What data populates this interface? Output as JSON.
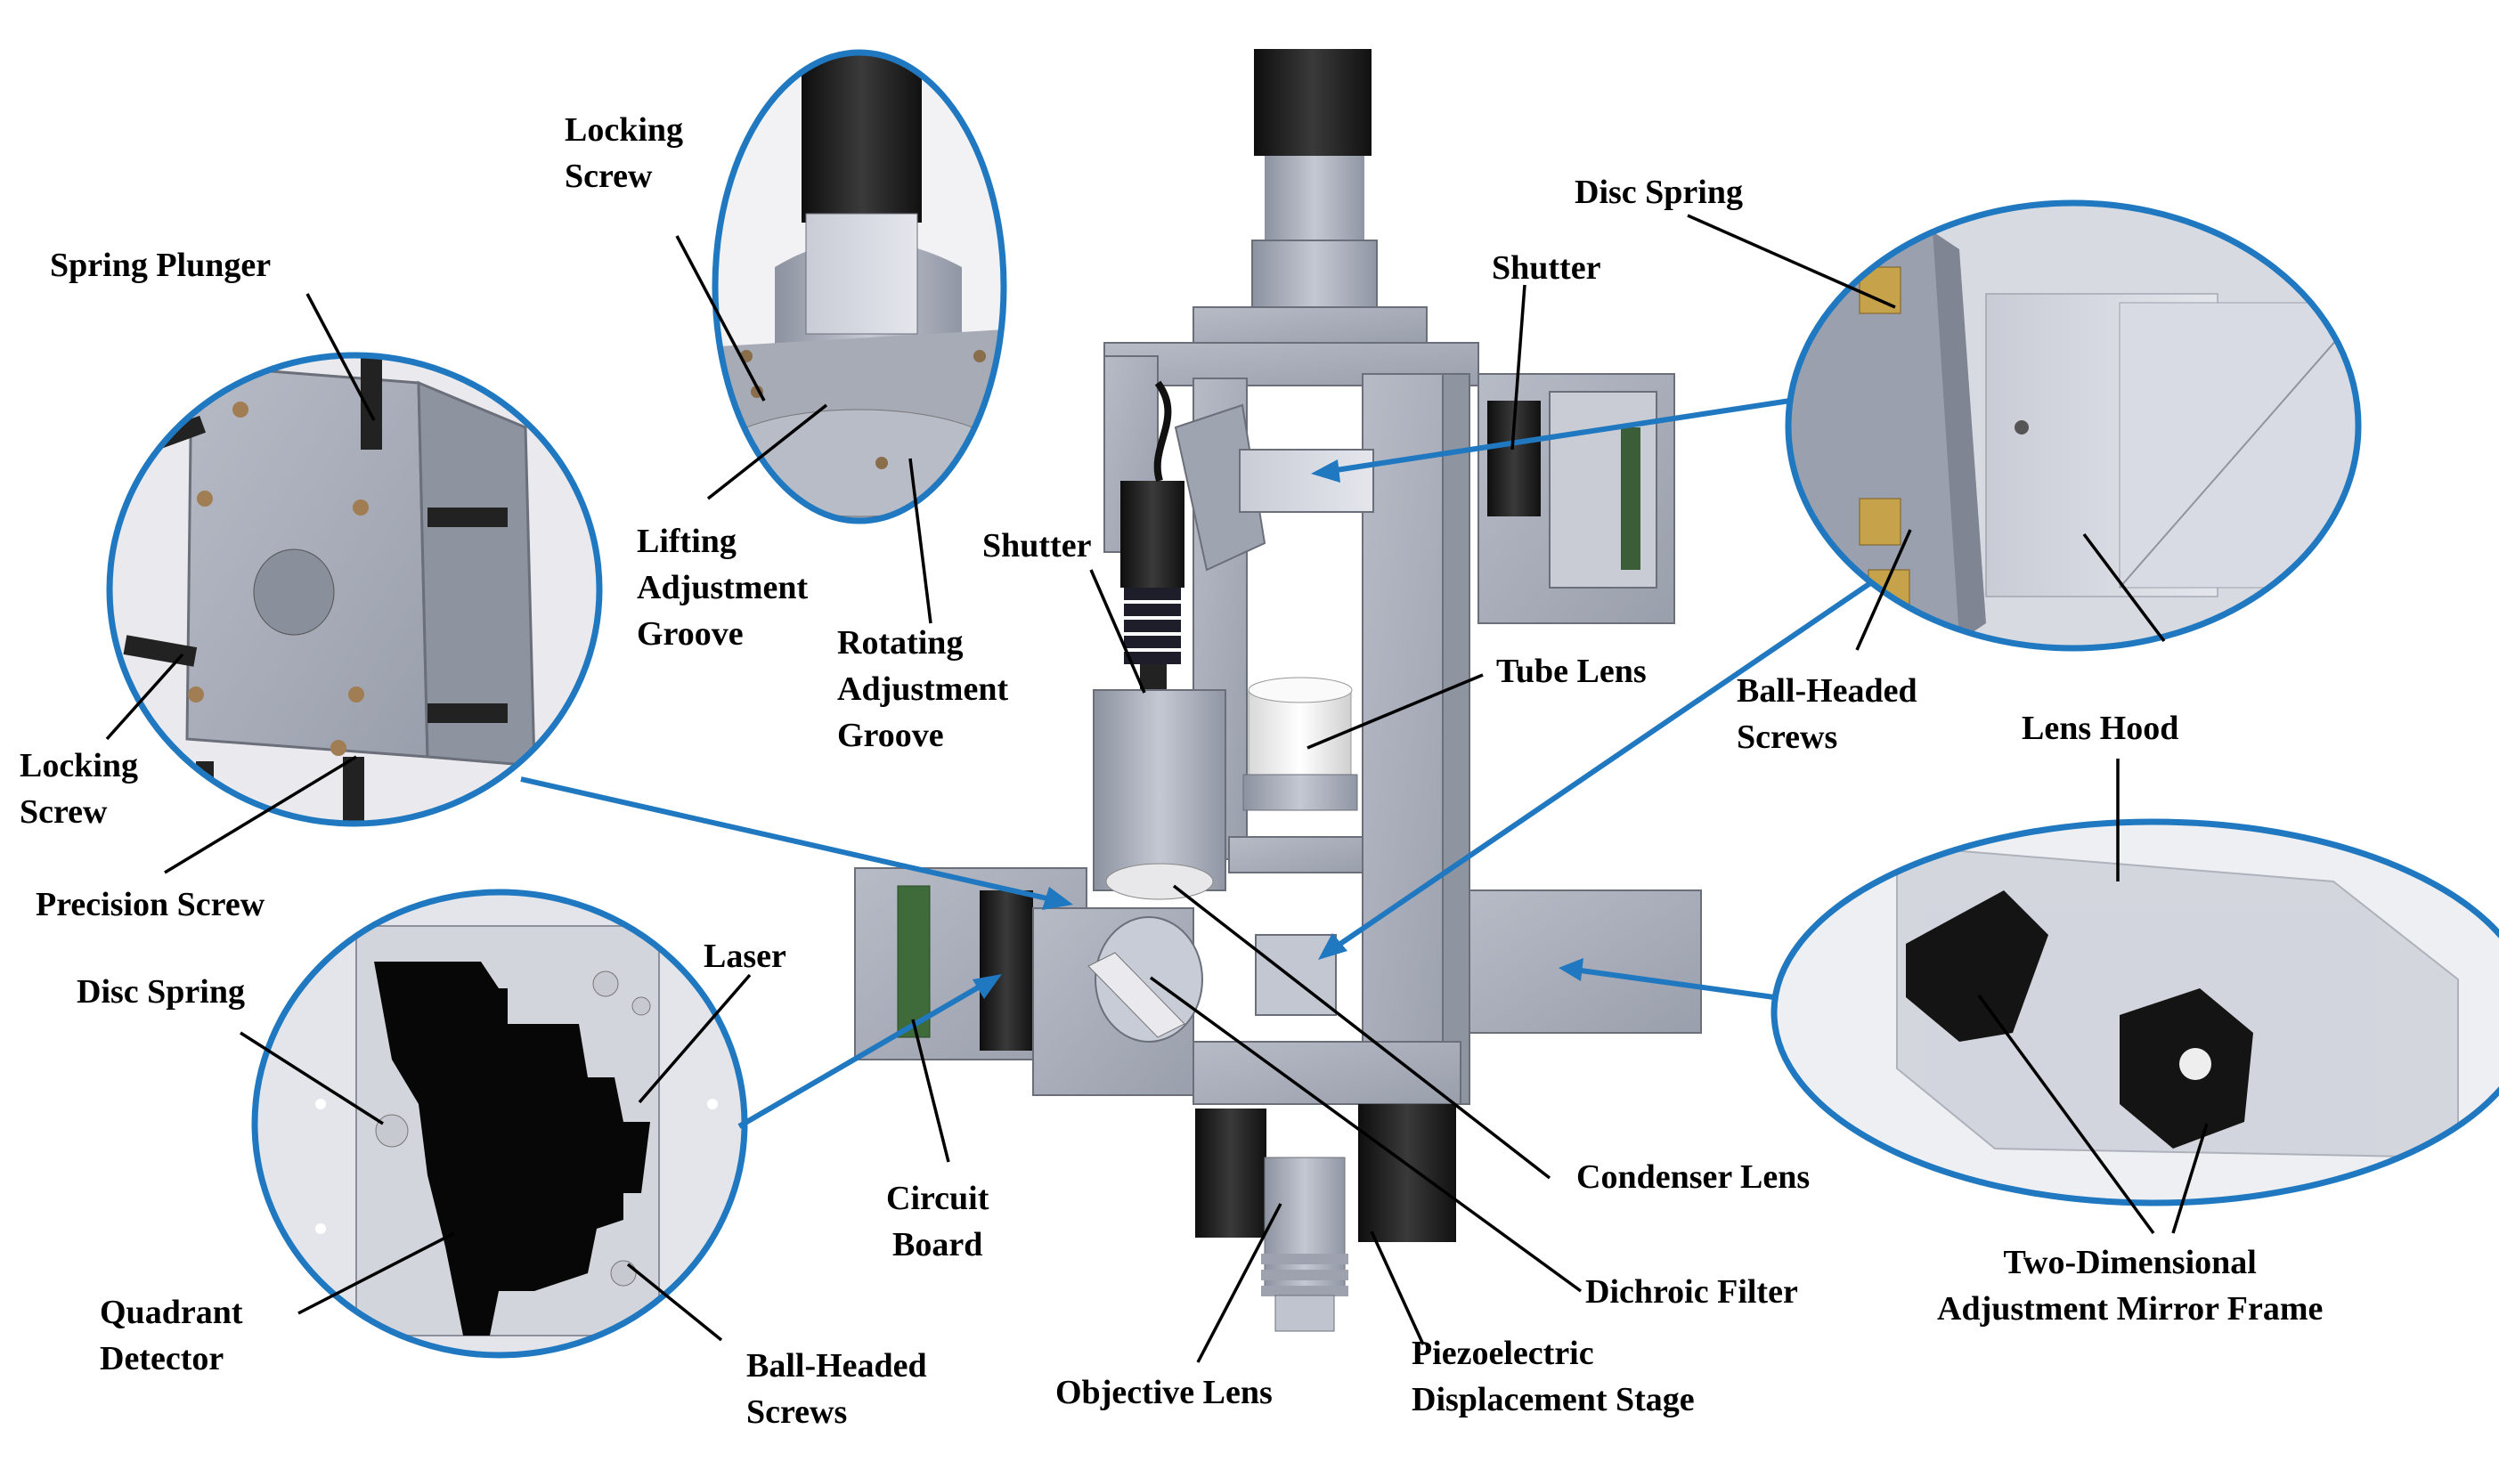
{
  "labels": {
    "locking_screw_top": "Locking\nScrew",
    "spring_plunger": "Spring Plunger",
    "lifting_groove": "Lifting\nAdjustment\nGroove",
    "rotating_groove": "Rotating\nAdjustment\nGroove",
    "shutter_middle": "Shutter",
    "shutter_top": "Shutter",
    "disc_spring_top": "Disc Spring",
    "tube_lens": "Tube Lens",
    "ball_headed_screws_right": "Ball-Headed\nScrews",
    "lens_hood": "Lens Hood",
    "locking_screw_left": "Locking\nScrew",
    "precision_screw": "Precision Screw",
    "disc_spring_left": "Disc Spring",
    "laser": "Laser",
    "quadrant_detector": "Quadrant\nDetector",
    "ball_headed_screws_bottom": "Ball-Headed\nScrews",
    "circuit_board": "Circuit\nBoard",
    "condenser_lens": "Condenser Lens",
    "dichroic_filter": "Dichroic Filter",
    "objective_lens": "Objective Lens",
    "piezo_stage": "Piezoelectric\nDisplacement Stage",
    "mirror_frame": "Two-Dimensional\nAdjustment Mirror Frame"
  },
  "colors": {
    "callout_ring": "#1f78c0",
    "metal": "#a8acb8",
    "dark_part": "#1c1c1c",
    "text": "#000000"
  }
}
